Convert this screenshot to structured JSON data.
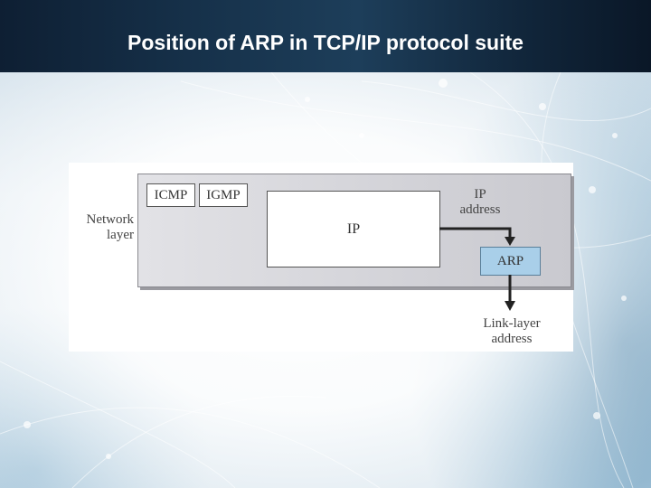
{
  "slide": {
    "title": "Position of ARP in TCP/IP protocol suite"
  },
  "diagram": {
    "layer_label_line1": "Network",
    "layer_label_line2": "layer",
    "protocols": {
      "icmp": "ICMP",
      "igmp": "IGMP",
      "ip": "IP",
      "arp": "ARP"
    },
    "ip_address_line1": "IP",
    "ip_address_line2": "address",
    "link_address_line1": "Link-layer",
    "link_address_line2": "address",
    "colors": {
      "arp_fill": "#a9cfe9",
      "layer_fill": "#d4d4d8",
      "title_bar": "#16314a"
    }
  }
}
